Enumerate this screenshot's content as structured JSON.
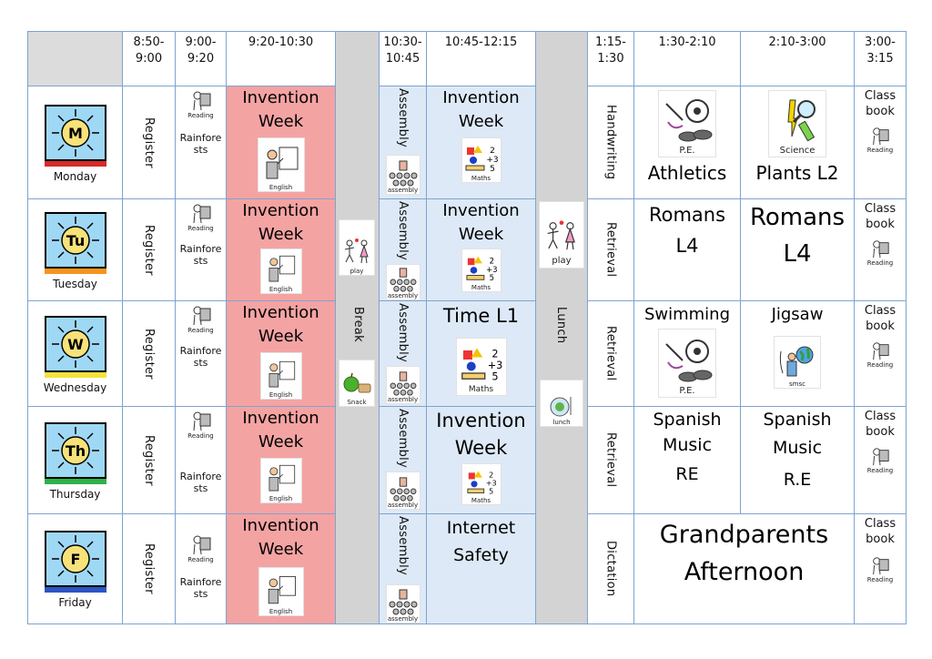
{
  "headers": [
    "8:50-\n9:00",
    "9:00-\n9:20",
    "9:20-10:30",
    "",
    "10:30-\n10:45",
    "10:45-12:15",
    "",
    "1:15-\n1:30",
    "1:30-2:10",
    "2:10-3:00",
    "3:00-\n3:15"
  ],
  "header_lines": [
    [
      "8:50-",
      "9:00"
    ],
    [
      "9:00-",
      "9:20"
    ],
    [
      "9:20-10:30"
    ],
    [
      "10:30-",
      "10:45"
    ],
    [
      "10:45-12:15"
    ],
    [
      "1:15-",
      "1:30"
    ],
    [
      "1:30-2:10"
    ],
    [
      "2:10-3:00"
    ],
    [
      "3:00-",
      "3:15"
    ]
  ],
  "days": [
    {
      "letter": "M",
      "name": "Monday",
      "color": "#d62a2a"
    },
    {
      "letter": "Tu",
      "name": "Tuesday",
      "color": "#f7941d"
    },
    {
      "letter": "W",
      "name": "Wednesday",
      "color": "#f5e33b"
    },
    {
      "letter": "Th",
      "name": "Thursday",
      "color": "#2eb24a"
    },
    {
      "letter": "F",
      "name": "Friday",
      "color": "#2b55c4"
    }
  ],
  "register": "Register",
  "reading_label": "Reading",
  "rainforests": [
    "Rainfore",
    "sts"
  ],
  "invention": [
    "Invention",
    "Week"
  ],
  "english_label": "English",
  "assembly": "Assembly",
  "assembly_label": "assembly",
  "break": {
    "text": "Break",
    "play": "play",
    "snack": "Snack"
  },
  "lunch": {
    "text": "Lunch",
    "play": "play",
    "lunch": "lunch"
  },
  "maths_label": "Maths",
  "maths_rows": [
    [
      "Invention",
      "Week"
    ],
    [
      "Invention",
      "Week"
    ],
    [
      "Time L1"
    ],
    [
      "Invention",
      "Week"
    ],
    [
      "Internet",
      "Safety"
    ]
  ],
  "after_lunch_col": [
    "Handwriting",
    "Retrieval",
    "Retrieval",
    "Retrieval",
    "Dictation"
  ],
  "afternoon": {
    "mon1": {
      "label": "P.E.",
      "text": "Athletics"
    },
    "mon2": {
      "label": "Science",
      "text": "Plants L2"
    },
    "tue1": [
      "Romans",
      "L4"
    ],
    "tue2": [
      "Romans",
      "L4"
    ],
    "wed1": {
      "text": "Swimming",
      "label": "P.E."
    },
    "wed2": {
      "text": "Jigsaw",
      "label": "smsc"
    },
    "thu1": [
      "Spanish",
      "Music",
      "RE"
    ],
    "thu2": [
      "Spanish",
      "Music",
      "R.E"
    ],
    "fri": [
      "Grandparents",
      "Afternoon"
    ]
  },
  "class_book": [
    "Class",
    "book"
  ],
  "colors": {
    "invention": "#f4a3a3",
    "maths": "#dde9f6",
    "break": "#d3d3d3",
    "grid": "#7fa3cf",
    "sun": "#f7e27a",
    "sky": "#9fd8f5"
  }
}
